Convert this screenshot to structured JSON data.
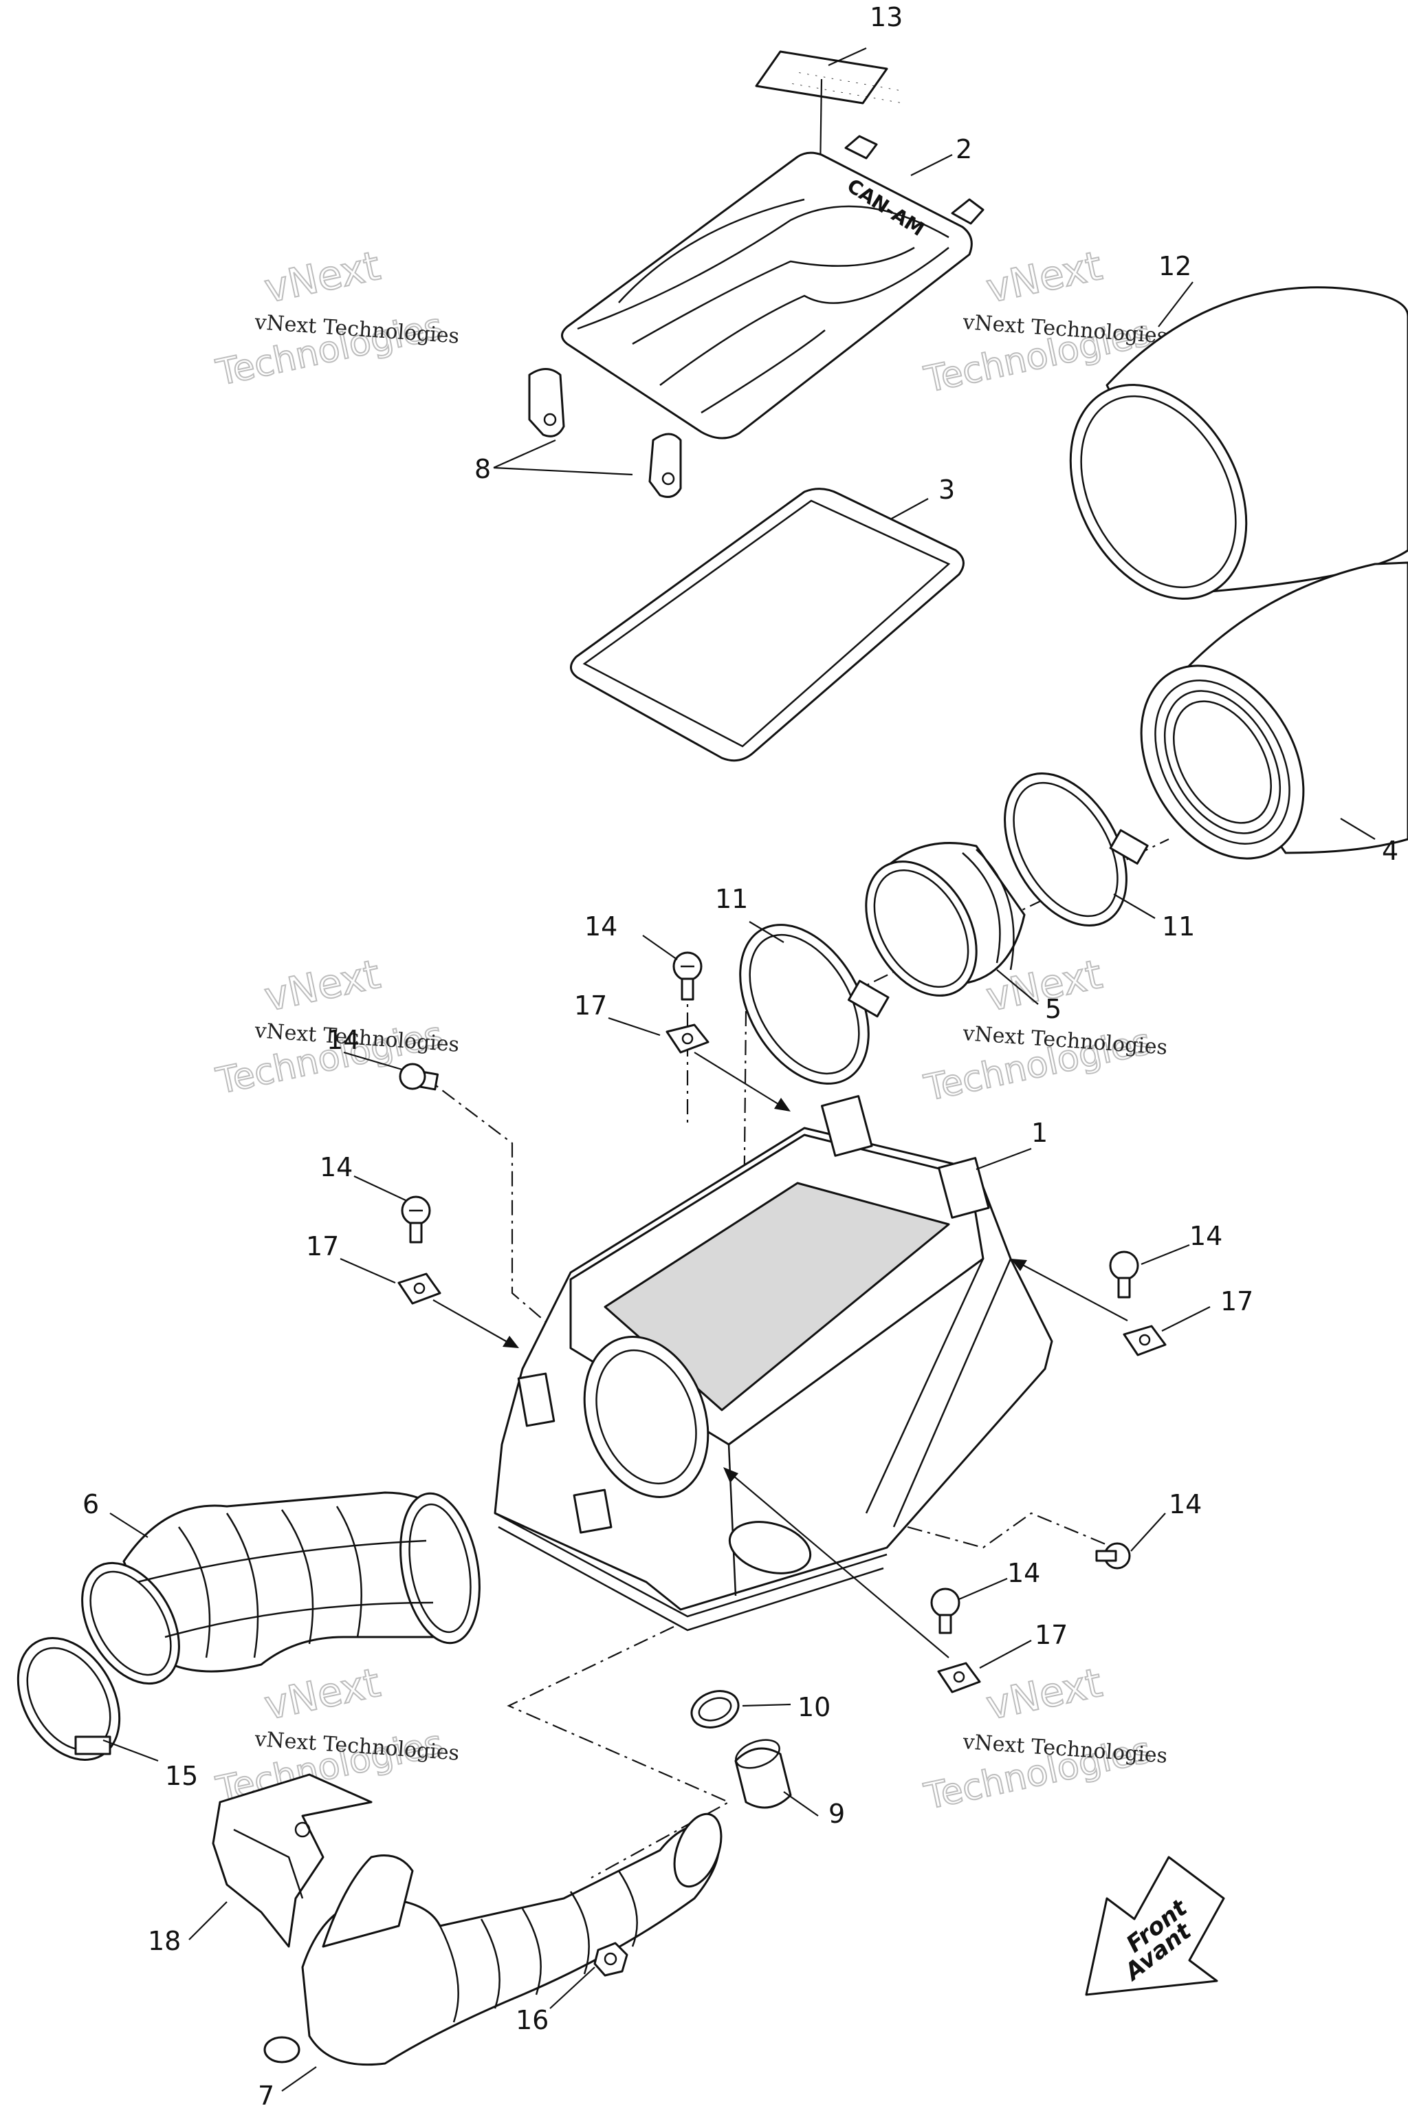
{
  "callouts": {
    "c1": "1",
    "c2": "2",
    "c3": "3",
    "c4": "4",
    "c5": "5",
    "c6": "6",
    "c7": "7",
    "c8": "8",
    "c9": "9",
    "c10": "10",
    "c11a": "11",
    "c11b": "11",
    "c12": "12",
    "c13": "13",
    "c14a": "14",
    "c14b": "14",
    "c14c": "14",
    "c14d": "14",
    "c14e": "14",
    "c14f": "14",
    "c15": "15",
    "c16": "16",
    "c17a": "17",
    "c17b": "17",
    "c17c": "17",
    "c17d": "17",
    "c18": "18"
  },
  "watermark": {
    "line1": "vNext Technologies",
    "line2": "vNext",
    "line3": "Technologies"
  },
  "front_badge": {
    "line1": "Front",
    "line2": "Avant"
  },
  "brand": "CAN-AM"
}
